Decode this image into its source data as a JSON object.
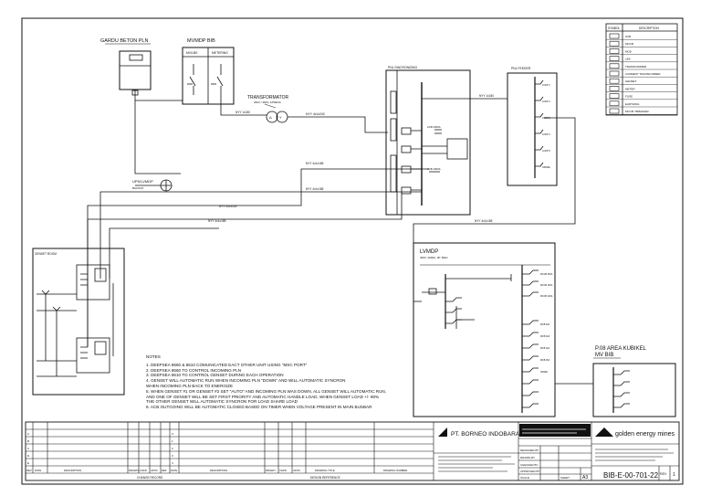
{
  "labels": {
    "gardu": "GARDU BETON PLN",
    "mvmdp": "MVMDP BIB",
    "mv_left": "MV/LBS",
    "mv_right": "METERING",
    "transformator": "TRANSFORMATOR",
    "trafo_rating": "20kV / 400V, 1250kVA",
    "pln_panel": "PNL SINCRONIZING",
    "dist_panel": "PNL FEEDER",
    "cable_mv": "NYY 1x240",
    "cable_a": "NYY 4x1x240",
    "cable_b": "NYY 4x1x240",
    "cable_c": "NYY 4x1x185",
    "cable_d": "NYY 4x1x185",
    "ups": "UPS/LVMDP",
    "ups_sub": "BACKUP",
    "genset_room": "GENSET ROOM",
    "lvmdp": "LVMDP",
    "lvmdp_sub": "400V, 3000A, 3P, 50Hz",
    "area_title": "P.08 AREA KUBIKEL",
    "area_sub": "MV BIB"
  },
  "legend": {
    "header_left": "SYMBOL",
    "header_right": "DESCRIPTION",
    "items": [
      "ACB",
      "MCCB",
      "MCB",
      "LBS",
      "TRANSFORMER",
      "CURRENT TRANSFORMER",
      "GENSET",
      "METER",
      "FUSE",
      "EARTHING",
      "MCCB / BREAKER"
    ]
  },
  "notes": {
    "title": "NOTES",
    "items": [
      "1. DEEPSEA 8660 & 8610 COMUNICATED EACT OTHER UNIT USING \"MSC PORT\"",
      "2. DEEPSEA 8660 TO CONTROL INCOMING PLN",
      "3. DEEPSEA 8610 TO CONTROL GENSET DURING EACH OPERATION",
      "4. GENSET WILL AUTOMATIC RUN WHEN INCOMING PLN \"DOWN\" AND WILL AUTOMATIC SYNCRON",
      "   WHEN INCOMING PLN BACK TO ENERGIZE",
      "5. WHEN GENSET #1 OR GENSET #2 SET \"AUTO\" AND INCOMING PLN WAS DOWN, ALL GENSET WILL AUTOMATIC RUN,",
      "   AND ONE OF GENSET WILL BE SET FIRST PRIORITY AND AUTOMATIC HANDLE LOAD, WHEN GENSET LOAD +/- 80%",
      "   THE OTHER GENSET WILL AUTOMATIC SYNCRON FOR LOAD SHARE LOAD",
      "6. ACB OUTGOING WILL BE AUTOMATIC CLOSED BASED ON TIMER WHEN VOLTAGE PRESENT IN MAIN BUSBAR"
    ]
  },
  "title_block": {
    "company": "PT. BORNEO INDOBARA",
    "client": "golden energy mines",
    "drawing_no": "BIB-E-00-701-22",
    "size": "A3",
    "rev_label": "REV",
    "rev": "1",
    "sheet_label": "SHEET",
    "scale_label": "SCALE",
    "checked_by": "CHECKED BY",
    "approved_by": "APPROVED BY",
    "drawn_by": "DRAWN BY",
    "designed_by": "DESIGNED BY",
    "revision_cols": [
      "REV",
      "DATE",
      "DESCRIPTION",
      "DRAWN",
      "CHKD",
      "APVD",
      "REF",
      "DATE",
      "DESCRIPTION",
      "DRAWN",
      "CHKD",
      "APVD",
      "DRAWING TITLE",
      "DRAWING NUMBER"
    ],
    "rev_rows": [
      "A",
      "B",
      "C",
      "D",
      "E"
    ],
    "rev_rows_b": [
      "0",
      "1",
      "2",
      "3",
      "4"
    ],
    "changes_label": "CHANGE RECORD",
    "design_label": "DESIGN REFERENCE"
  }
}
